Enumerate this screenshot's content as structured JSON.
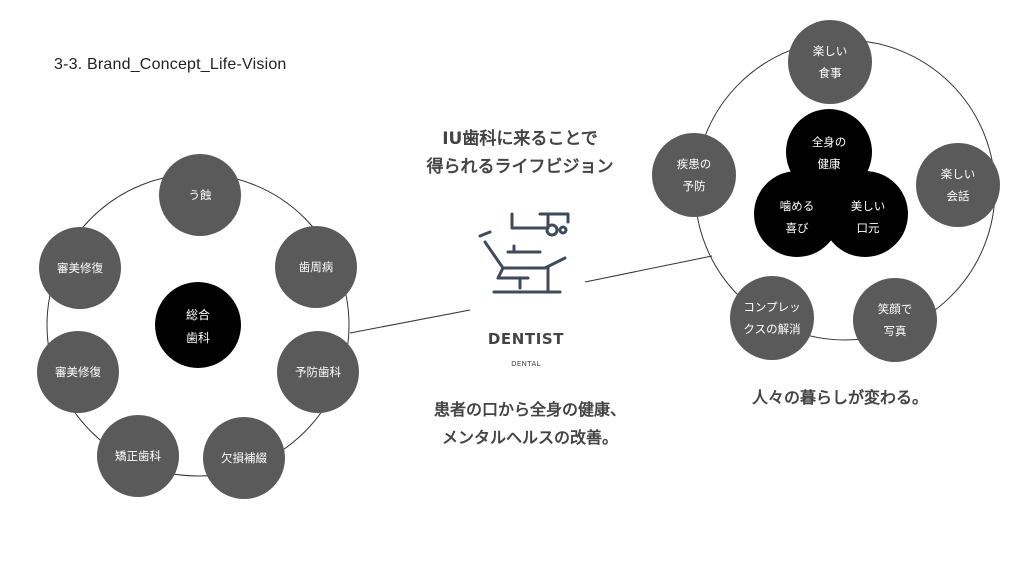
{
  "slide_title": "3-3.   Brand_Concept_Life-Vision",
  "left_cluster": {
    "center": [
      "総合",
      "歯科"
    ],
    "nodes": [
      [
        "う蝕"
      ],
      [
        "歯周病"
      ],
      [
        "予防歯科"
      ],
      [
        "欠損補綴"
      ],
      [
        "矯正歯科"
      ],
      [
        "審美修復"
      ],
      [
        "審美修復"
      ]
    ]
  },
  "headline": [
    "IU歯科に来ることで",
    "得られるライフビジョン"
  ],
  "logo": {
    "icon": "dental-chair-icon",
    "name": "DENTIST",
    "sub": "DENTAL"
  },
  "left_caption": [
    "患者の口から全身の健康、",
    "メンタルヘルスの改善。"
  ],
  "right_cluster": {
    "core": [
      [
        "全身の",
        "健康"
      ],
      [
        "噛める",
        "喜び"
      ],
      [
        "美しい",
        "口元"
      ]
    ],
    "nodes": [
      [
        "楽しい",
        "食事"
      ],
      [
        "楽しい",
        "会話"
      ],
      [
        "笑顔で",
        "写真"
      ],
      [
        "コンプレッ",
        "クスの解消"
      ],
      [
        "疾患の",
        "予防"
      ]
    ]
  },
  "right_caption": "人々の暮らしが変わる。",
  "colors": {
    "node": "#5a5a5a",
    "core": "#000000",
    "ring": "#333333",
    "text": "#444444"
  }
}
